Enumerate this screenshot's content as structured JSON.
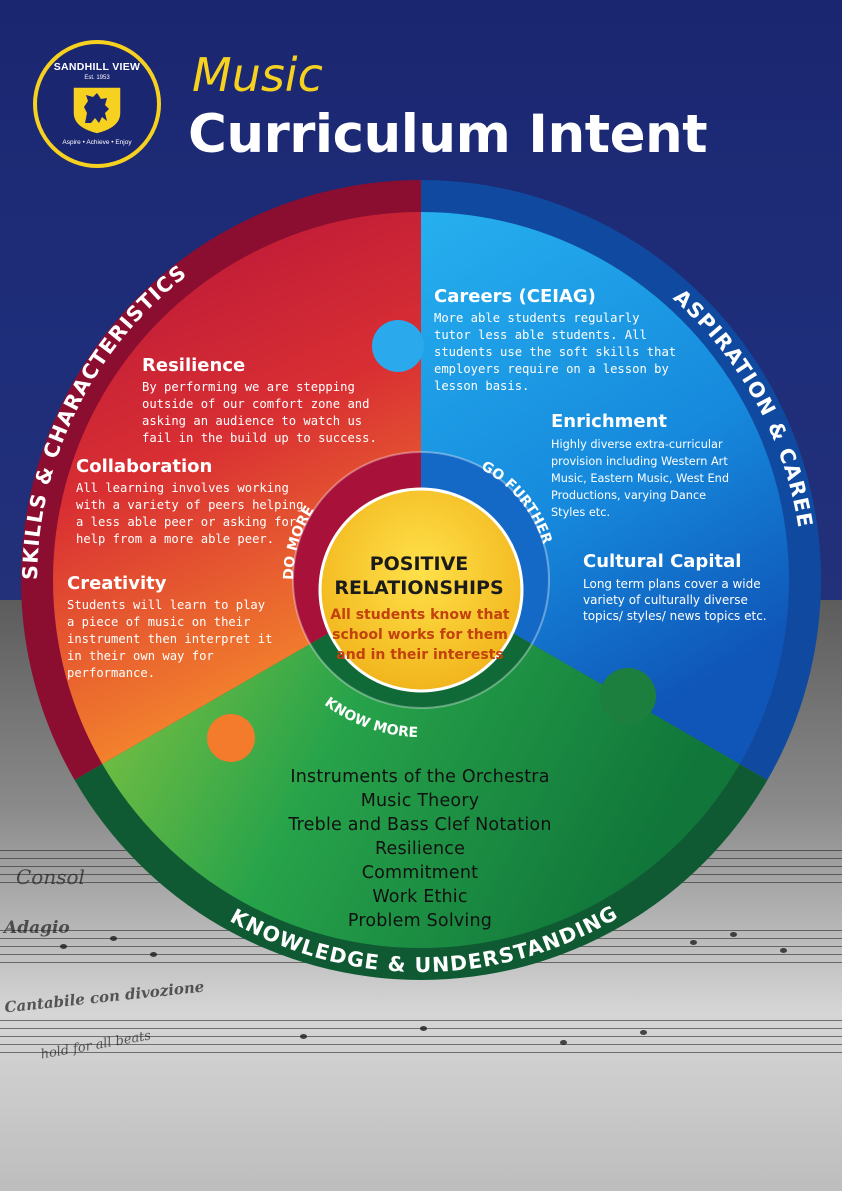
{
  "header": {
    "title_line1": "Music",
    "title_line2": "Curriculum Intent"
  },
  "logo": {
    "name": "SANDHILL VIEW",
    "established": "Est. 1953",
    "motto": "Aspire • Achieve • Enjoy",
    "icon": "lion-shield-icon"
  },
  "ring_labels": {
    "skills": "SKILLS & CHARACTERISTICS",
    "aspiration": "ASPIRATION & CAREERS",
    "knowledge": "KNOWLEDGE & UNDERSTANDING",
    "do_more": "DO MORE",
    "go_further": "GO FURTHER",
    "know_more": "KNOW MORE"
  },
  "center": {
    "title": "POSITIVE RELATIONSHIPS",
    "subtitle": "All students know that school works for them and in their interests"
  },
  "skills_section": {
    "resilience": {
      "heading": "Resilience",
      "lines": [
        "By performing we are stepping",
        "outside of our comfort zone and",
        "asking an audience to watch us",
        "fail in the build up to success."
      ]
    },
    "collaboration": {
      "heading": "Collaboration",
      "lines": [
        "All learning involves working",
        "with a variety of peers helping",
        "a less able peer or asking for",
        "help  from a more able peer."
      ]
    },
    "creativity": {
      "heading": "Creativity",
      "lines": [
        "Students will learn to play",
        "a piece of music on their",
        "instrument then interpret it",
        "in their own way for",
        "performance."
      ]
    }
  },
  "aspiration_section": {
    "careers": {
      "heading": "Careers (CEIAG)",
      "lines": [
        "More able students regularly",
        "tutor less able students. All",
        "students use the soft skills that",
        "employers require on a lesson by",
        "lesson basis."
      ]
    },
    "enrichment": {
      "heading": "Enrichment",
      "lines": [
        "Highly diverse extra-curricular",
        "provision including Western Art",
        "Music, Eastern Music, West End",
        "Productions, varying Dance",
        "Styles etc."
      ]
    },
    "cultural": {
      "heading": "Cultural Capital",
      "lines": [
        "Long term plans cover a wide",
        "variety of culturally diverse",
        "topics/ styles/ news topics etc."
      ]
    }
  },
  "knowledge_section": {
    "items": [
      "Instruments of the Orchestra",
      "Music Theory",
      "Treble and Bass Clef Notation",
      "Resilience",
      "Commitment",
      "Work Ethic",
      "Problem Solving"
    ]
  },
  "background": {
    "handwriting_1": "Consol",
    "handwriting_2": "Adagio",
    "handwriting_3": "Cantabile con divozione",
    "handwriting_4": "hold for all beats"
  },
  "colors": {
    "navy": "#1b2670",
    "gold": "#f6d11f",
    "red": "#c8102e",
    "blue": "#1f8fe0",
    "green": "#1f9d48"
  }
}
